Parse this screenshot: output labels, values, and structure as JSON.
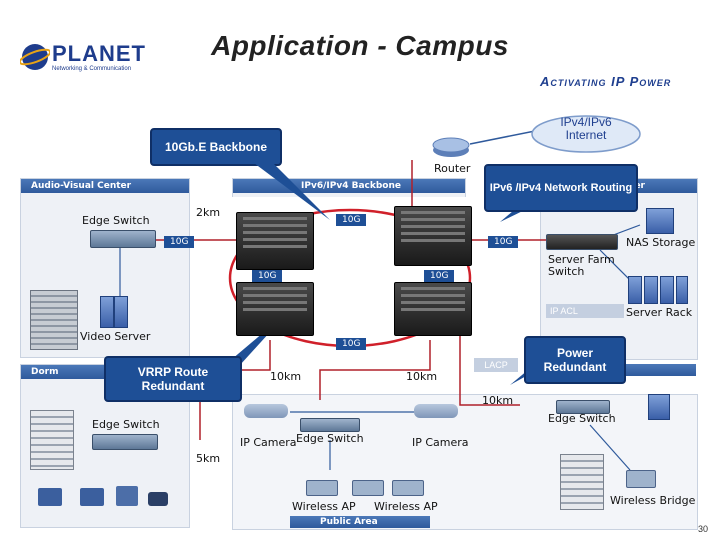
{
  "header": {
    "title": "Application - Campus",
    "logo": "PLANET",
    "logo_sub": "Networking & Communication",
    "tagline": "Activating IP Power"
  },
  "zones": {
    "audio_visual": "Audio-Visual Center",
    "backbone": "IPv6/IPv4 Backbone",
    "dorm": "Dorm",
    "public_area": "Public Area",
    "datacenter": "er"
  },
  "callouts": {
    "backbone": "10Gb.E Backbone",
    "routing": "IPv6 /IPv4 Network Routing",
    "vrrp": "VRRP Route Redundant",
    "power": "Power Redundant"
  },
  "cloud": "IPv4/IPv6 Internet",
  "devices": {
    "router": "Router",
    "edge_switch_av": "Edge Switch",
    "video_server": "Video Server",
    "nas": "NAS Storage",
    "server_farm_switch": "Server Farm Switch",
    "server_rack": "Server Rack",
    "ip_acl": "IP ACL",
    "lacp": "LACP",
    "edge_switch_dorm": "Edge Switch",
    "ip_camera_1": "IP Camera",
    "edge_switch_public": "Edge Switch",
    "ip_camera_2": "IP Camera",
    "edge_switch_right": "Edge Switch",
    "wireless_ap_1": "Wireless AP",
    "wireless_ap_2": "Wireless AP",
    "wireless_bridge": "Wireless Bridge"
  },
  "links": {
    "top": "10G",
    "left": "10G",
    "right": "10G",
    "mid_left": "10G",
    "mid_right": "10G",
    "bottom": "10G"
  },
  "distances": {
    "d2km": "2km",
    "d10km_a": "10km",
    "d10km_b": "10km",
    "d10km_c": "10km",
    "d5km": "5km"
  },
  "page_number": "30",
  "colors": {
    "accent": "#1e4f96",
    "zone_header": "#3a66aa",
    "ring": "#d0202a",
    "fiber": "#b0202a"
  }
}
